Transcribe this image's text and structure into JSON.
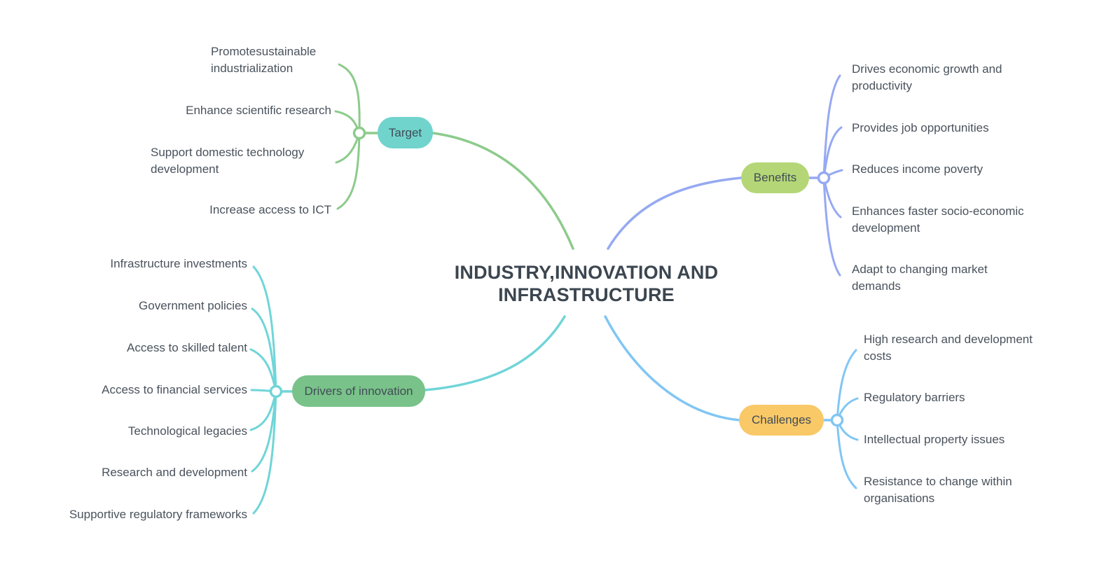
{
  "title": {
    "text": "INDUSTRY,INNOVATION AND INFRASTRUCTURE",
    "color": "#3c4650"
  },
  "text_color": "#49525c",
  "branches": [
    {
      "label": "Target",
      "node_color": "#70d4cd",
      "line_color": "#8ccb8b",
      "children": [
        "Promotesustainable industrialization",
        "Enhance scientific research",
        "Support domestic technology development",
        "Increase access to ICT"
      ]
    },
    {
      "label": "Benefits",
      "node_color": "#b5d677",
      "line_color": "#96a9f2",
      "children": [
        "Drives economic growth and productivity",
        "Provides job opportunities",
        "Reduces income poverty",
        "Enhances faster socio-economic development",
        "Adapt to changing market demands"
      ]
    },
    {
      "label": "Drivers of innovation",
      "node_color": "#79c289",
      "line_color": "#70d5d8",
      "children": [
        "Infrastructure investments",
        "Government policies",
        "Access to skilled talent",
        "Access to financial services",
        "Technological legacies",
        "Research and development",
        "Supportive regulatory frameworks"
      ]
    },
    {
      "label": "Challenges",
      "node_color": "#f9c867",
      "line_color": "#81c6f4",
      "children": [
        "High research and development costs",
        "Regulatory barriers",
        "Intellectual property issues",
        "Resistance to change within organisations"
      ]
    }
  ]
}
